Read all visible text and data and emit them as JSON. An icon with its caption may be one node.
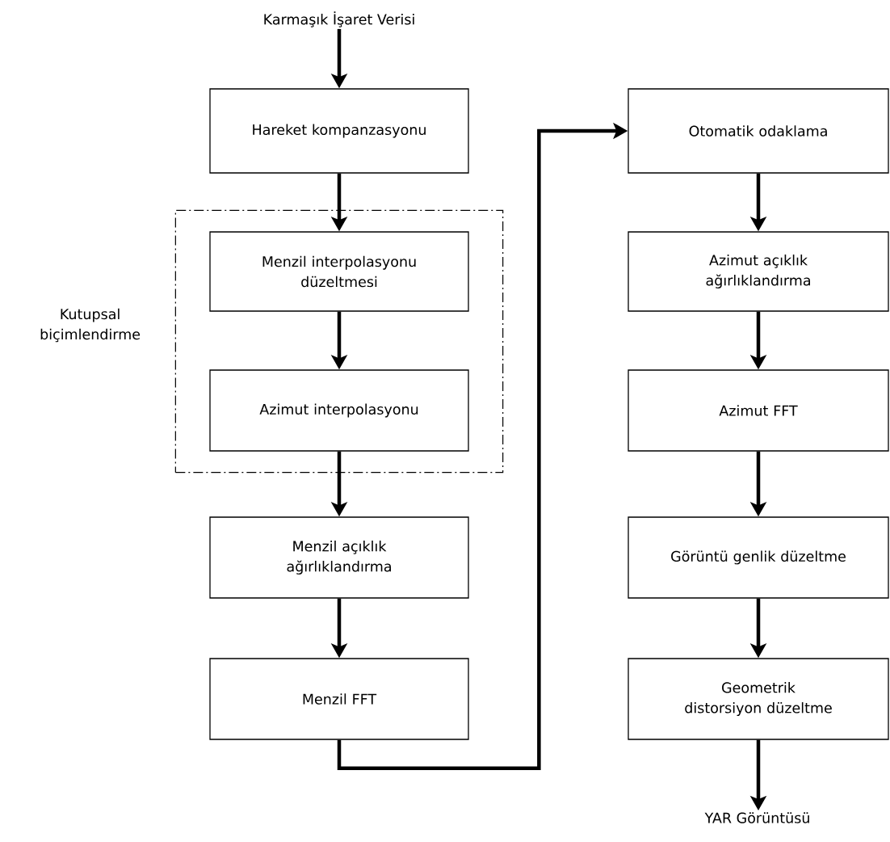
{
  "diagram": {
    "nodes": [
      {
        "text": [
          "Karmaşık İşaret Verisi"
        ]
      },
      {
        "text": [
          "Hareket kompanzasyonu"
        ]
      },
      {
        "text": [
          "Kutupsal biçimlendirme"
        ]
      },
      {
        "text": [
          "Menzil interpolasyonu düzeltmesi"
        ],
        "in": 2
      },
      {
        "text": [
          "Azimut interpolasyonu"
        ],
        "in": 2
      },
      {
        "text": [
          "Menzil açıklık ağırlıklandırma"
        ]
      },
      {
        "text": [
          "Menzil FFT"
        ]
      },
      {
        "text": [
          "Otomatik odaklama"
        ]
      },
      {
        "text": [
          "Azimut açıklık ağırlıklandırma"
        ]
      },
      {
        "text": [
          "Azimut FFT"
        ]
      },
      {
        "text": [
          "Görüntü genlik düzeltme"
        ]
      },
      {
        "text": [
          "Geometrik distorsiyon düzeltme"
        ]
      },
      {
        "text": [
          "YAR Görüntüsü"
        ]
      }
    ],
    "edges": [
      {
        "from": 0,
        "to": 1,
        "arrow": "to"
      },
      {
        "from": 1,
        "to": 3,
        "arrow": "to"
      },
      {
        "from": 3,
        "to": 4,
        "arrow": "to"
      },
      {
        "from": 4,
        "to": 5,
        "arrow": "to"
      },
      {
        "from": 5,
        "to": 6,
        "arrow": "to"
      },
      {
        "from": 6,
        "to": 7,
        "arrow": "to"
      },
      {
        "from": 7,
        "to": 8,
        "arrow": "to"
      },
      {
        "from": 8,
        "to": 9,
        "arrow": "to"
      },
      {
        "from": 9,
        "to": 10,
        "arrow": "to"
      },
      {
        "from": 10,
        "to": 11,
        "arrow": "to"
      },
      {
        "from": 11,
        "to": 12,
        "arrow": "to"
      }
    ]
  }
}
